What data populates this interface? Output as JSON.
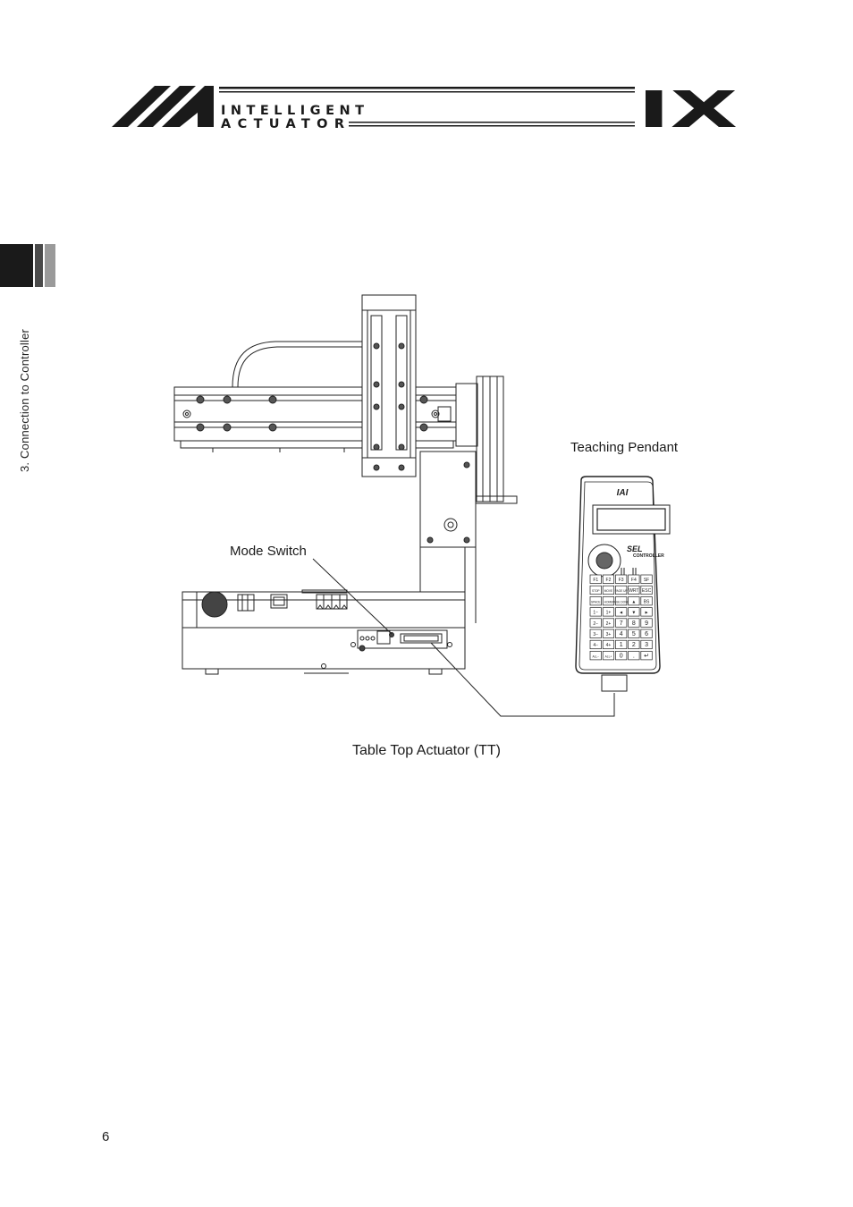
{
  "header": {
    "brand_line1": "INTELLIGENT",
    "brand_line2": "ACTUATOR",
    "product": "IX"
  },
  "side_tab": {
    "section": "3. Connection to Controller"
  },
  "figure": {
    "label_pendant": "Teaching Pendant",
    "label_mode_switch": "Mode Switch",
    "caption": "Table Top Actuator (TT)",
    "pendant": {
      "brand": "IAI",
      "sel_label": "SEL",
      "controller_label": "CONTROLLER",
      "keys": [
        [
          "F1",
          "F2",
          "F3",
          "F4",
          "SF"
        ],
        [
          "STOP",
          "MOVE",
          "PAGE UP",
          "WRT",
          "ESC"
        ],
        [
          "SPACE",
          "HOME",
          "PAGE DOWN",
          "▲",
          "BS"
        ],
        [
          "1−",
          "1+",
          "◄",
          "▼",
          "►"
        ],
        [
          "2−",
          "2+",
          "7",
          "8",
          "9"
        ],
        [
          "3−",
          "3+",
          "4",
          "5",
          "6"
        ],
        [
          "4−",
          "4+",
          "1",
          "2",
          "3"
        ],
        [
          "ALL−",
          "ALL+",
          "0",
          ".",
          "↵"
        ]
      ]
    }
  },
  "footer": {
    "page_number": "6"
  }
}
